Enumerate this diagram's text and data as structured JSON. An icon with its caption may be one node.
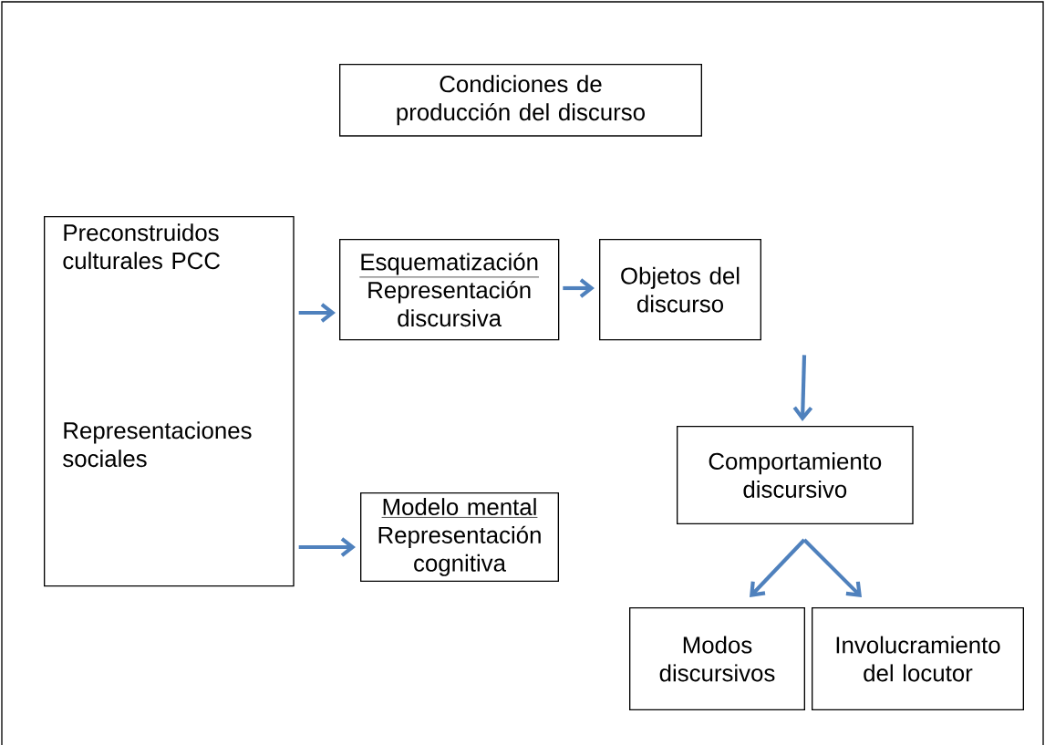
{
  "diagram": {
    "nodes": [
      {
        "text": [
          "Condiciones de producción del discurso"
        ]
      },
      {
        "text": [
          "Preconstruidos culturales PCC",
          "Representaciones sociales"
        ]
      },
      {
        "text": [
          "Esquematización",
          "Representación discursiva"
        ]
      },
      {
        "text": [
          "Objetos del discurso"
        ]
      },
      {
        "text": [
          "Modelo mental",
          "Representación cognitiva"
        ]
      },
      {
        "text": [
          "Comportamiento discursivo"
        ]
      },
      {
        "text": [
          "Modos discursivos"
        ]
      },
      {
        "text": [
          "Involucramiento del locutor"
        ]
      }
    ],
    "edges": [
      {
        "from": 1,
        "to": 2,
        "arrow": "to"
      },
      {
        "from": 2,
        "to": 3,
        "arrow": "to"
      },
      {
        "from": 3,
        "to": 5,
        "arrow": "to"
      },
      {
        "from": 1,
        "to": 4,
        "arrow": "to"
      },
      {
        "from": 5,
        "to": 6,
        "arrow": "to"
      },
      {
        "from": 5,
        "to": 7,
        "arrow": "to"
      }
    ]
  }
}
